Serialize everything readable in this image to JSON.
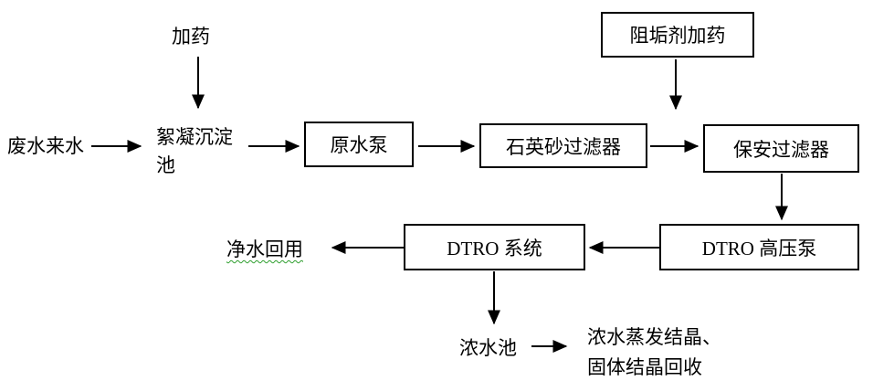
{
  "diagram": {
    "type": "process-flowchart",
    "nodes": {
      "dosing": {
        "label": "加药"
      },
      "wastewater_inlet": {
        "label": "废水来水"
      },
      "flocculation_tank": {
        "label": "絮凝沉淀池"
      },
      "raw_water_pump": {
        "label": "原水泵"
      },
      "quartz_sand_filter": {
        "label": "石英砂过滤器"
      },
      "antiscalant_dosing": {
        "label": "阻垢剂加药"
      },
      "security_filter": {
        "label": "保安过滤器"
      },
      "dtro_hp_pump": {
        "label": "DTRO 高压泵"
      },
      "dtro_system": {
        "label": "DTRO 系统"
      },
      "clean_water_reuse": {
        "label": "净水回用"
      },
      "concentrate_tank": {
        "label": "浓水池"
      },
      "evaporation": {
        "lines": [
          "浓水蒸发结晶、",
          "固体结晶回收"
        ]
      }
    },
    "edges": [
      "加药 → 絮凝沉淀池",
      "废水来水 → 絮凝沉淀池",
      "絮凝沉淀池 → 原水泵",
      "原水泵 → 石英砂过滤器",
      "石英砂过滤器 → 保安过滤器",
      "阻垢剂加药 → 保安过滤器进水管",
      "保安过滤器 → DTRO 高压泵",
      "DTRO 高压泵 → DTRO 系统",
      "DTRO 系统 → 净水回用",
      "DTRO 系统 → 浓水池",
      "浓水池 → 浓水蒸发结晶、固体结晶回收"
    ],
    "colors": {
      "line": "#000000",
      "box_border": "#000000",
      "box_fill": "#ffffff",
      "background": "#ffffff",
      "text": "#000000",
      "spellcheck_underline": "#2e9e2e"
    }
  }
}
